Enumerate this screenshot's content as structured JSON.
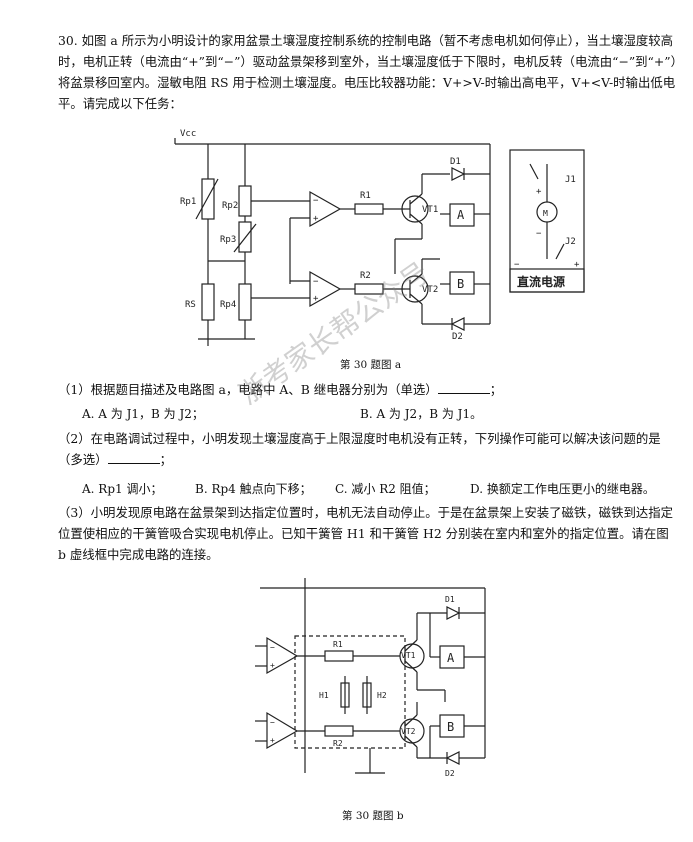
{
  "question": {
    "intro": "30. 如图 a 所示为小明设计的家用盆景土壤湿度控制系统的控制电路（暂不考虑电机如何停止），当土壤湿度较高时，电机正转（电流由“+”到“−”）驱动盆景架移到室外，当土壤湿度低于下限时，电机反转（电流由“−”到“+”）将盆景移回室内。湿敏电阻 RS 用于检测土壤湿度。电压比较器功能：V+>V-时输出高电平，V+<V-时输出低电平。请完成以下任务：",
    "fig_a_caption": "第 30 题图 a",
    "q1": "（1）根据题目描述及电路图 a，电路中 A、B 继电器分别为（单选）",
    "q1_end": "；",
    "q1_opt_a": "A. A 为 J1，B 为 J2；",
    "q1_opt_b": "B. A 为 J2，B 为 J1。",
    "q2": "（2）在电路调试过程中，小明发现土壤湿度高于上限湿度时电机没有正转，下列操作可能可以解决该问题的是（多选）",
    "q2_end": "；",
    "q2_opt_a": "A. Rp1 调小；",
    "q2_opt_b": "B. Rp4 触点向下移；",
    "q2_opt_c": "C. 减小 R2 阻值；",
    "q2_opt_d": "D. 换额定工作电压更小的继电器。",
    "q3": "（3）小明发现原电路在盆景架到达指定位置时，电机无法自动停止。于是在盆景架上安装了磁铁，磁铁到达指定位置使相应的干簧管吸合实现电机停止。已知干簧管 H1 和干簧管 H2 分别装在室内和室外的指定位置。请在图 b 虚线框中完成电路的连接。",
    "fig_b_caption": "第 30 题图 b",
    "watermark": "浙考家长帮公众号"
  },
  "fig_a": {
    "vcc": "Vcc",
    "rp1": "Rp1",
    "rp2": "Rp2",
    "rp3": "Rp3",
    "rs": "RS",
    "rp4": "Rp4",
    "r1": "R1",
    "r2": "R2",
    "vt1": "VT1",
    "vt2": "VT2",
    "d1": "D1",
    "d2": "D2",
    "relay_a": "A",
    "relay_b": "B",
    "plus": "+",
    "minus": "−",
    "j1": "J1",
    "j2": "J2",
    "motor": "M",
    "power": "直流电源"
  },
  "fig_b": {
    "r1": "R1",
    "r2": "R2",
    "h1": "H1",
    "h2": "H2",
    "vt1": "VT1",
    "vt2": "VT2",
    "d1": "D1",
    "d2": "D2",
    "relay_a": "A",
    "relay_b": "B",
    "plus": "+",
    "minus": "−"
  }
}
